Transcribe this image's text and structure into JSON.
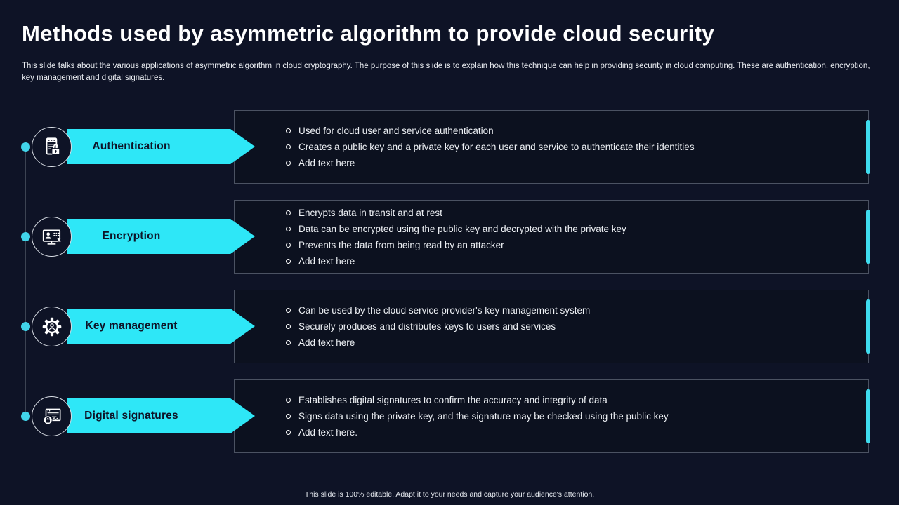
{
  "slide": {
    "title": "Methods used by asymmetric algorithm to provide cloud security",
    "description": "This slide talks about the various applications of asymmetric algorithm in cloud cryptography. The purpose of this slide is to explain how this technique can help in providing security in cloud computing. These are authentication, encryption, key management and digital signatures.",
    "footer": "This slide is 100% editable.  Adapt it to your needs and capture your audience's attention.",
    "colors": {
      "background": "#0E1326",
      "accent_cyan": "#2EE7F7",
      "dot_cyan": "#41D4E9",
      "label_text": "#0E1326",
      "body_text": "#EEF1F5"
    },
    "methods": [
      {
        "label": "Authentication",
        "icon": "document-lock-icon",
        "bullets": [
          "Used for cloud user and service authentication",
          "Creates a public key and a private key for each user and service to authenticate their identities",
          "Add text here"
        ]
      },
      {
        "label": "Encryption",
        "icon": "monitor-user-icon",
        "bullets": [
          "Encrypts data in transit and at rest",
          "Data can be encrypted using the public key and decrypted with the private key",
          "Prevents the data from being read by an attacker",
          "Add text here"
        ]
      },
      {
        "label": "Key management",
        "icon": "gear-user-icon",
        "bullets": [
          "Can be used by the cloud service provider's key management system",
          "Securely produces and distributes keys to users and services",
          "Add text here"
        ]
      },
      {
        "label": "Digital signatures",
        "icon": "signature-lock-icon",
        "bullets": [
          "Establishes digital signatures to confirm the accuracy and integrity of data",
          "Signs data using the private key, and the signature may be checked using the public key",
          "Add text here."
        ]
      }
    ]
  }
}
